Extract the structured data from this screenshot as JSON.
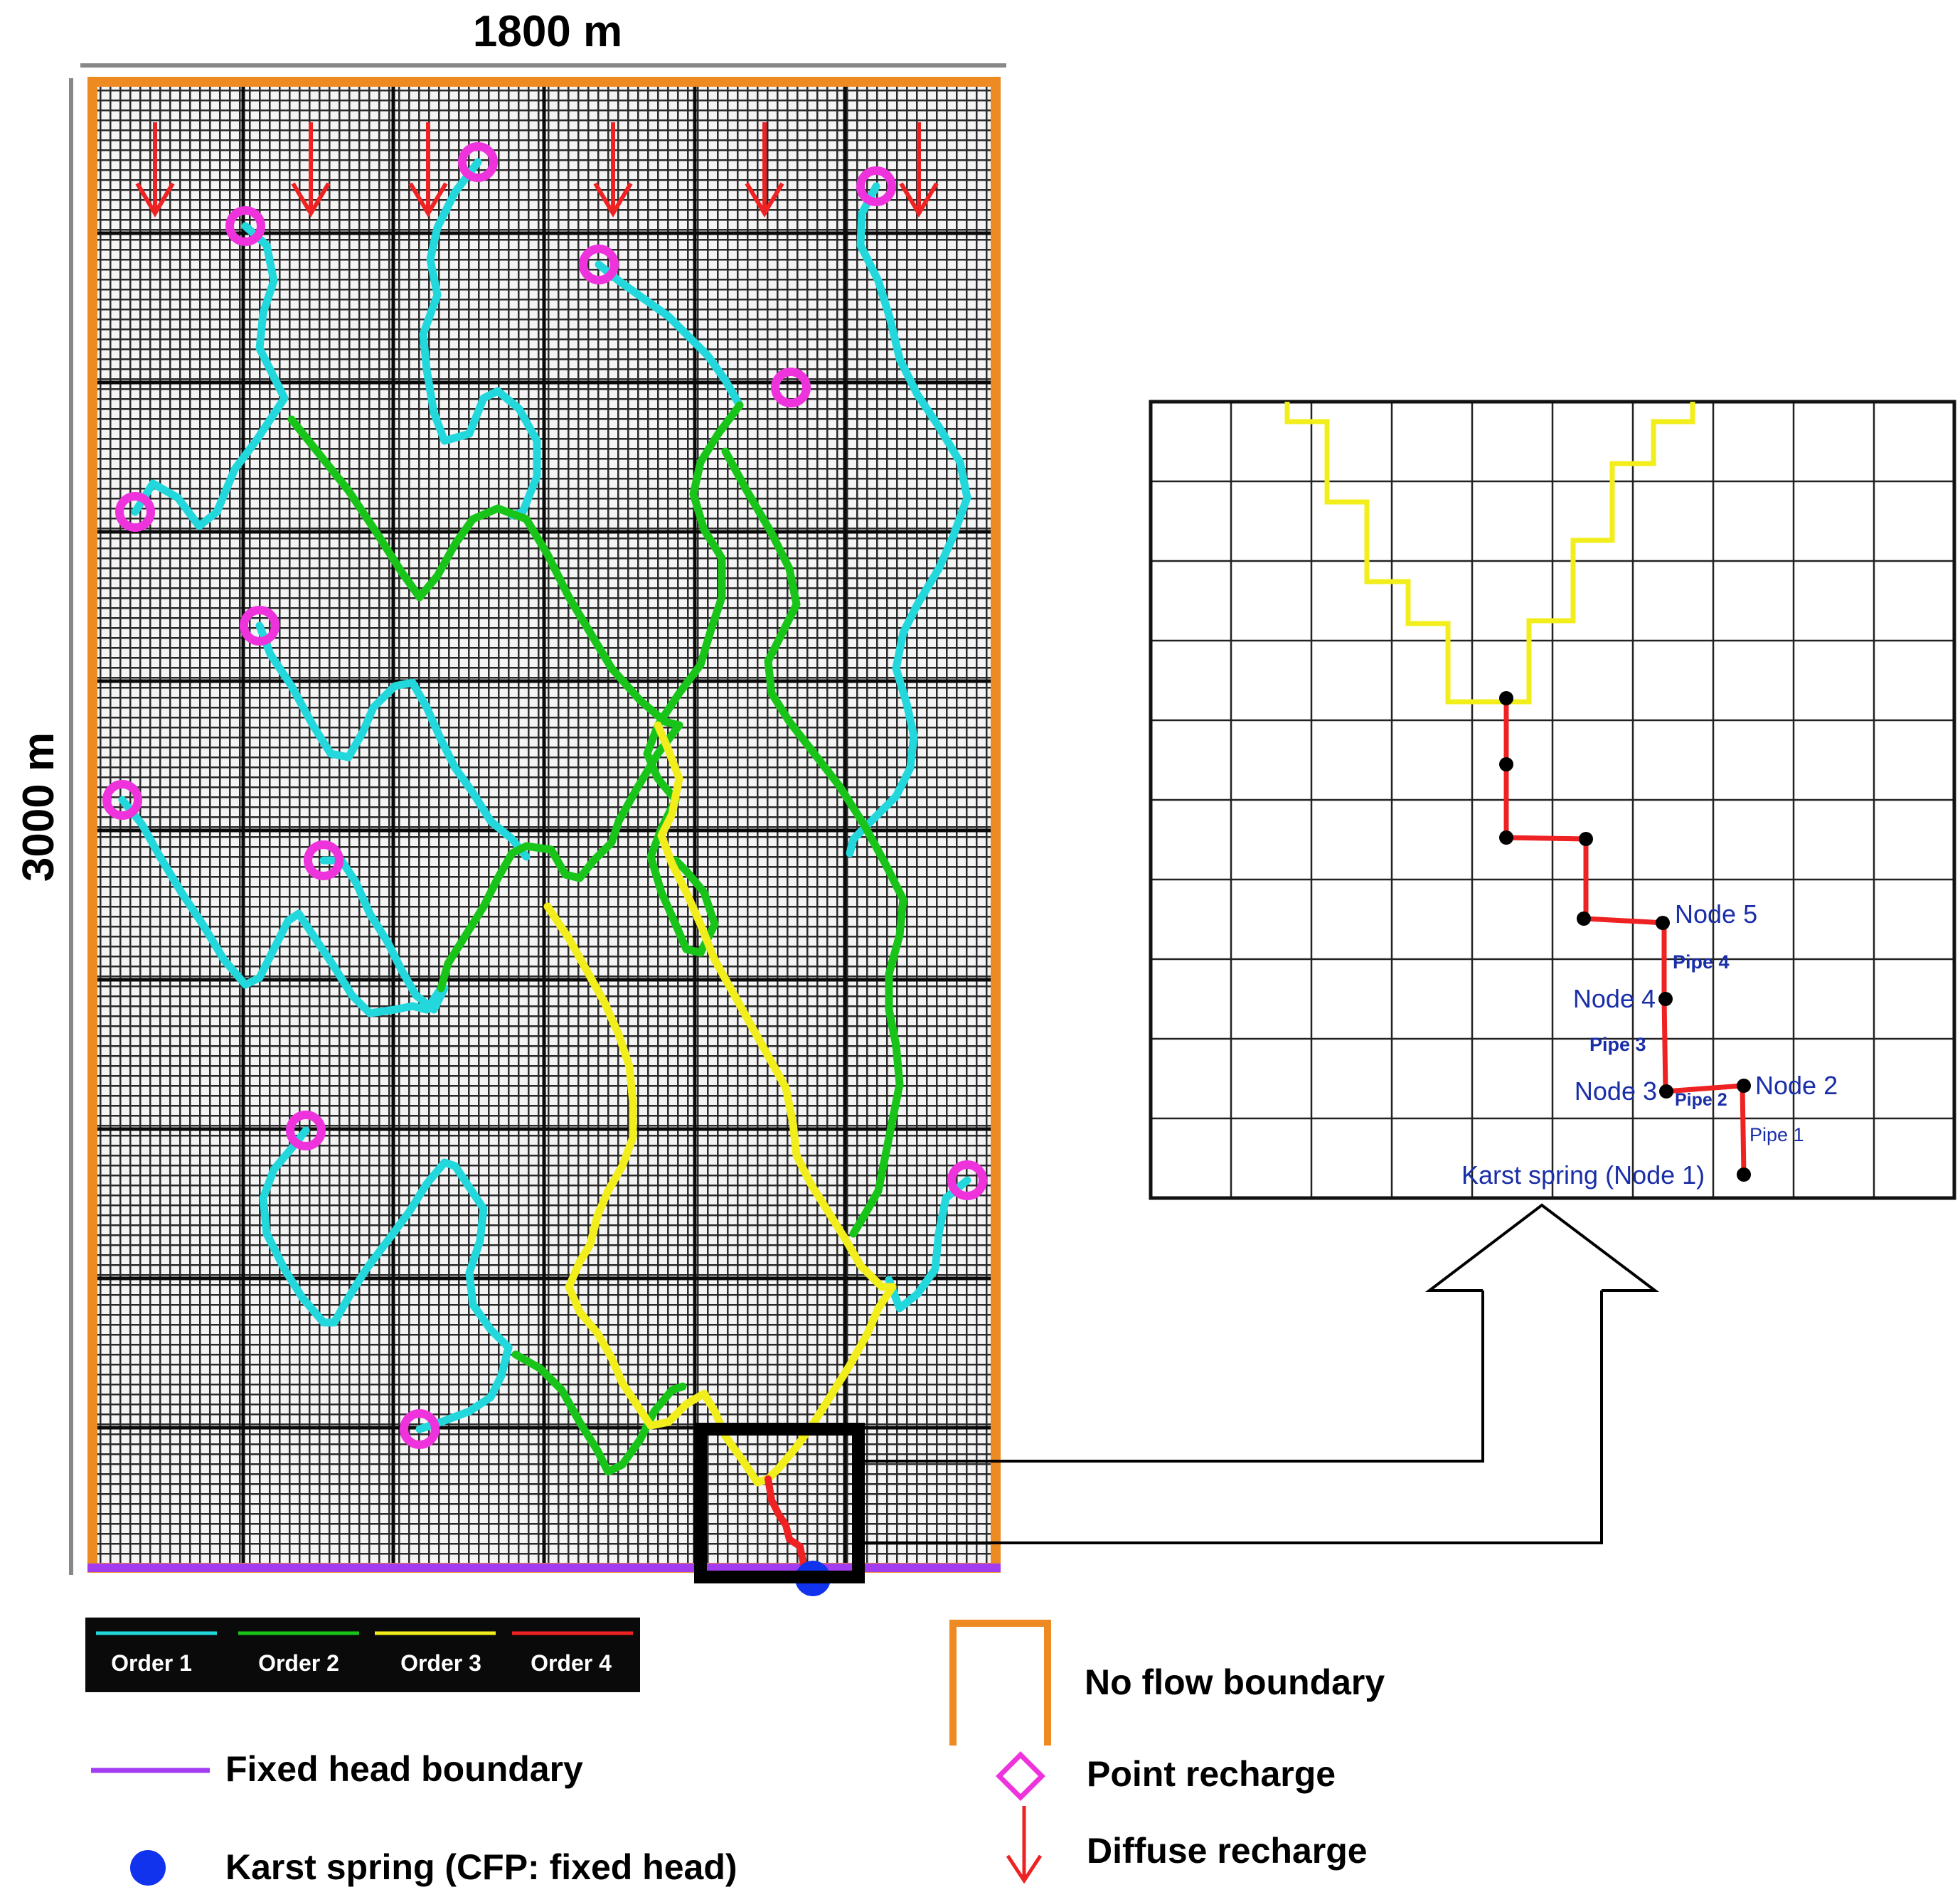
{
  "dimensions": {
    "width_label": "1800 m",
    "height_label": "3000 m"
  },
  "colors": {
    "order_1": "#22d8dc",
    "order_2": "#19c419",
    "order_3": "#f2ee1c",
    "order_4": "#ee2222",
    "no_flow_boundary": "#ee8a22",
    "fixed_head_boundary": "#a33cf0",
    "point_recharge": "#ee33dd",
    "diffuse_recharge": "#ee2222",
    "karst_spring": "#1133ee",
    "zoom_labels": "#1a2ea8"
  },
  "conduit_legend": [
    {
      "label": "Order 1"
    },
    {
      "label": "Order 2"
    },
    {
      "label": "Order 3"
    },
    {
      "label": "Order 4"
    }
  ],
  "legend": {
    "fixed_head_boundary": "Fixed head boundary",
    "karst_spring": "Karst spring (CFP: fixed head)",
    "no_flow_boundary": "No flow boundary",
    "point_recharge": "Point recharge",
    "diffuse_recharge": "Diffuse recharge"
  },
  "zoom": {
    "nodes": [
      {
        "label": "Node 5"
      },
      {
        "label": "Node 4"
      },
      {
        "label": "Node 3"
      },
      {
        "label": "Node 2"
      },
      {
        "label": "Karst spring (Node 1)"
      }
    ],
    "pipes": [
      {
        "label": "Pipe 4"
      },
      {
        "label": "Pipe 3"
      },
      {
        "label": "Pipe 2"
      },
      {
        "label": "Pipe 1"
      }
    ]
  }
}
